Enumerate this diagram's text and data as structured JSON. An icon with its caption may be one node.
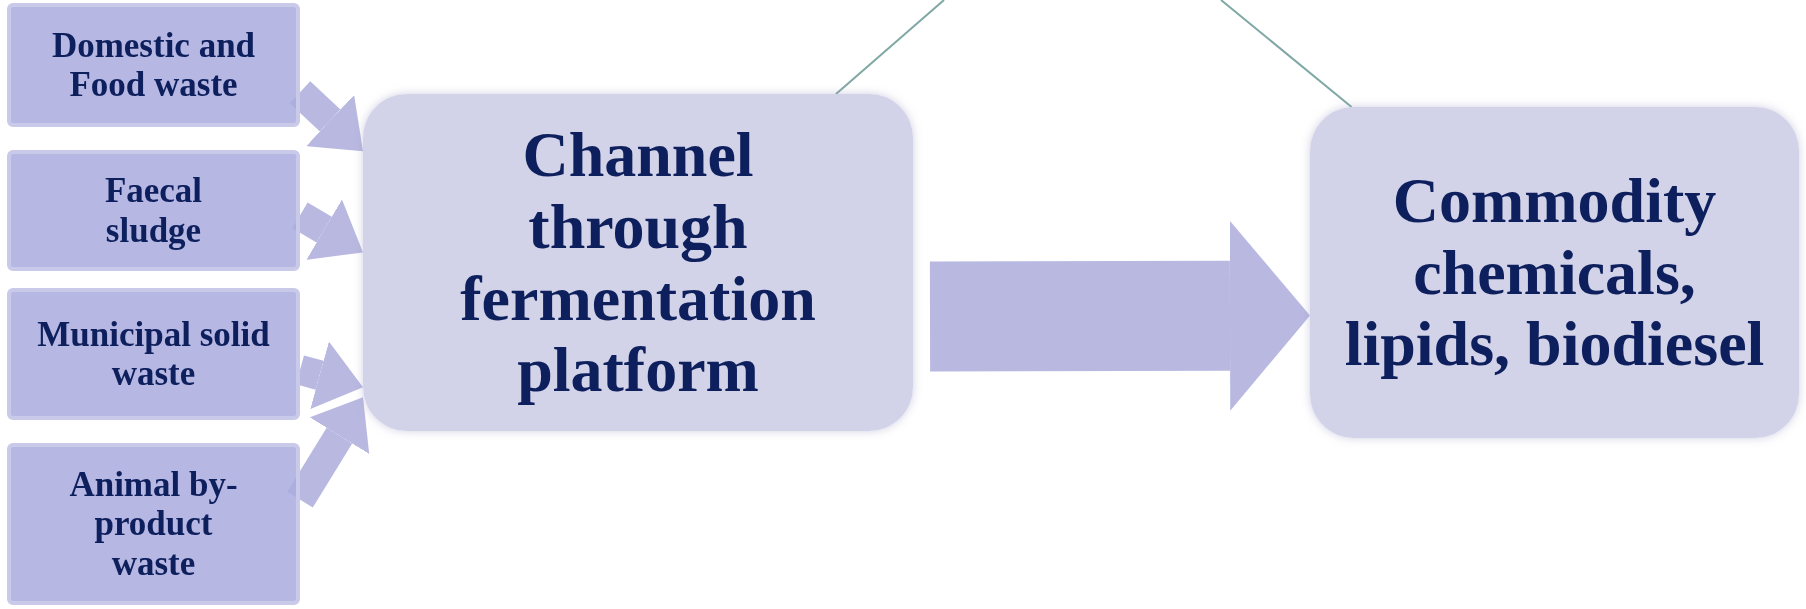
{
  "diagram": {
    "nodes": [
      {
        "text": [
          "Domestic and Food  waste"
        ]
      },
      {
        "text": [
          "Faecal sludge"
        ]
      },
      {
        "text": [
          "Municipal solid waste"
        ]
      },
      {
        "text": [
          "Animal by-product waste"
        ]
      },
      {
        "text": [
          "Channel through fermentation platform"
        ]
      },
      {
        "text": [
          "Commodity chemicals, lipids, biodiesel"
        ]
      }
    ],
    "edges": [
      {
        "from": 0,
        "to": 4,
        "arrow": "to"
      },
      {
        "from": 1,
        "to": 4,
        "arrow": "to"
      },
      {
        "from": 2,
        "to": 4,
        "arrow": "to"
      },
      {
        "from": 3,
        "to": 4,
        "arrow": "to"
      },
      {
        "from": 4,
        "to": 5,
        "arrow": "to",
        "style": "thick"
      },
      {
        "from": 4,
        "to": null,
        "arrow": "none",
        "color": "#7fa8a4"
      },
      {
        "from": 5,
        "to": null,
        "arrow": "none",
        "color": "#7fa8a4"
      }
    ]
  }
}
